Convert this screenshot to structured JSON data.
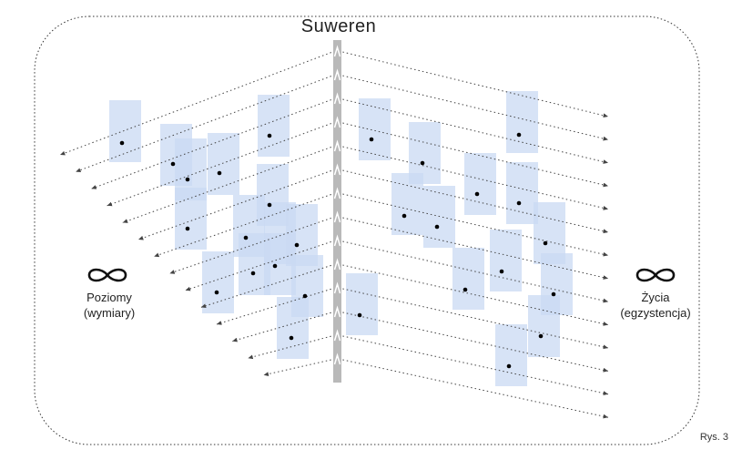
{
  "title": "Suweren",
  "left_label": {
    "line1": "Poziomy",
    "line2": "(wymiary)"
  },
  "right_label": {
    "line1": "Życia",
    "line2": "(egzystencja)"
  },
  "caption": "Rys. 3",
  "infinity_symbol": "∞",
  "colors": {
    "box_fill": "#c9daf3",
    "box_fill_opacity": 0.75,
    "axis": "#b9b9b9",
    "line": "#444444",
    "frame": "#333333"
  },
  "icons": [
    "infinity-icon",
    "arrow-icon"
  ]
}
